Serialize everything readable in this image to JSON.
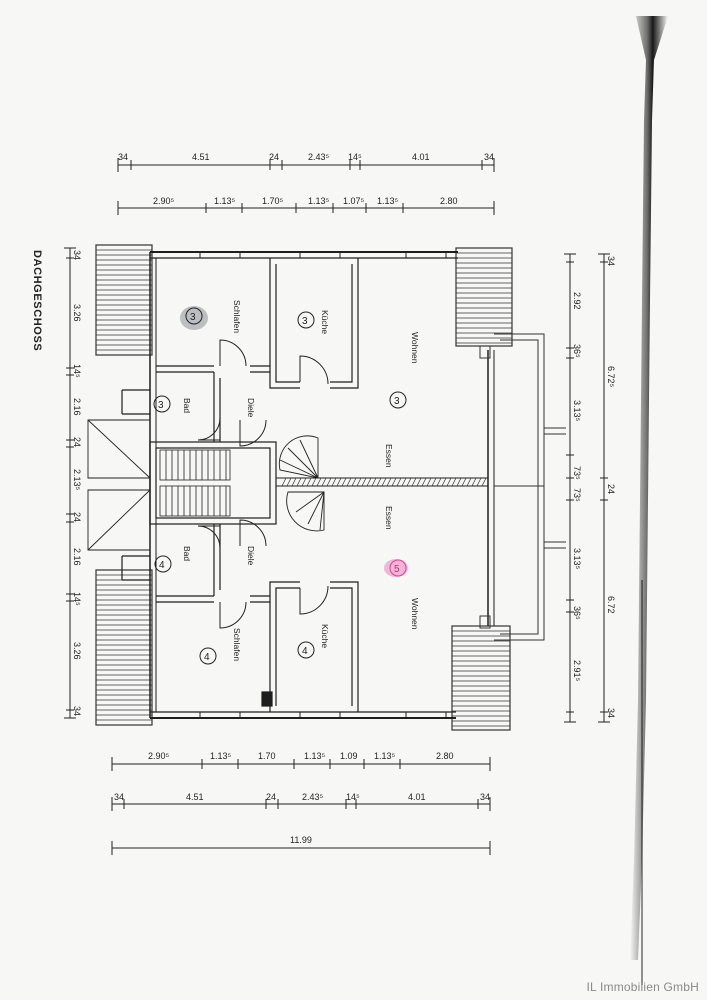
{
  "plan": {
    "title": "DACHGESCHOSS",
    "watermark": "IL Immobilien GmbH",
    "colors": {
      "ink": "#1e1e1e",
      "stamp": "#8e9096",
      "highlight": "#e0409a",
      "paper": "#f7f7f5"
    },
    "rooms": {
      "upper": {
        "schlafen": "Schlafen",
        "kueche": "Küche",
        "wohnen": "Wohnen",
        "essen": "Essen",
        "bad": "Bad",
        "diele": "Diele",
        "unit": "3"
      },
      "lower": {
        "schlafen": "Schlafen",
        "kueche": "Küche",
        "wohnen": "Wohnen",
        "essen": "Essen",
        "bad": "Bad",
        "diele": "Diele",
        "unit": "4"
      },
      "highlight_unit": "5"
    },
    "dims": {
      "top_row1": [
        "34",
        "4.51",
        "24",
        "2.43⁵",
        "14⁵",
        "4.01",
        "34"
      ],
      "top_row2": [
        "2.90⁵",
        "1.13⁵",
        "1.70⁵",
        "1.13⁵",
        "1.07⁵",
        "1.13⁵",
        "2.80"
      ],
      "bottom_row1": [
        "2.90⁵",
        "1.13⁵",
        "1.70",
        "1.13⁵",
        "1.09",
        "1.13⁵",
        "2.80"
      ],
      "bottom_row2": [
        "34",
        "4.51",
        "24",
        "2.43⁵",
        "14⁵",
        "4.01",
        "34"
      ],
      "total": "11.99",
      "left": [
        "34",
        "3.26",
        "14⁵",
        "2.16",
        "24",
        "2.13⁵",
        "24",
        "2.16",
        "14⁵",
        "3.26",
        "34"
      ],
      "right_inner": [
        "34",
        "2.92",
        "36⁵",
        "3.13⁵",
        "73⁵",
        "73⁵",
        "3.13⁵",
        "36⁵",
        "2.91⁵",
        "34"
      ],
      "right_outer": [
        "6.72⁵",
        "24",
        "6.72"
      ]
    }
  }
}
